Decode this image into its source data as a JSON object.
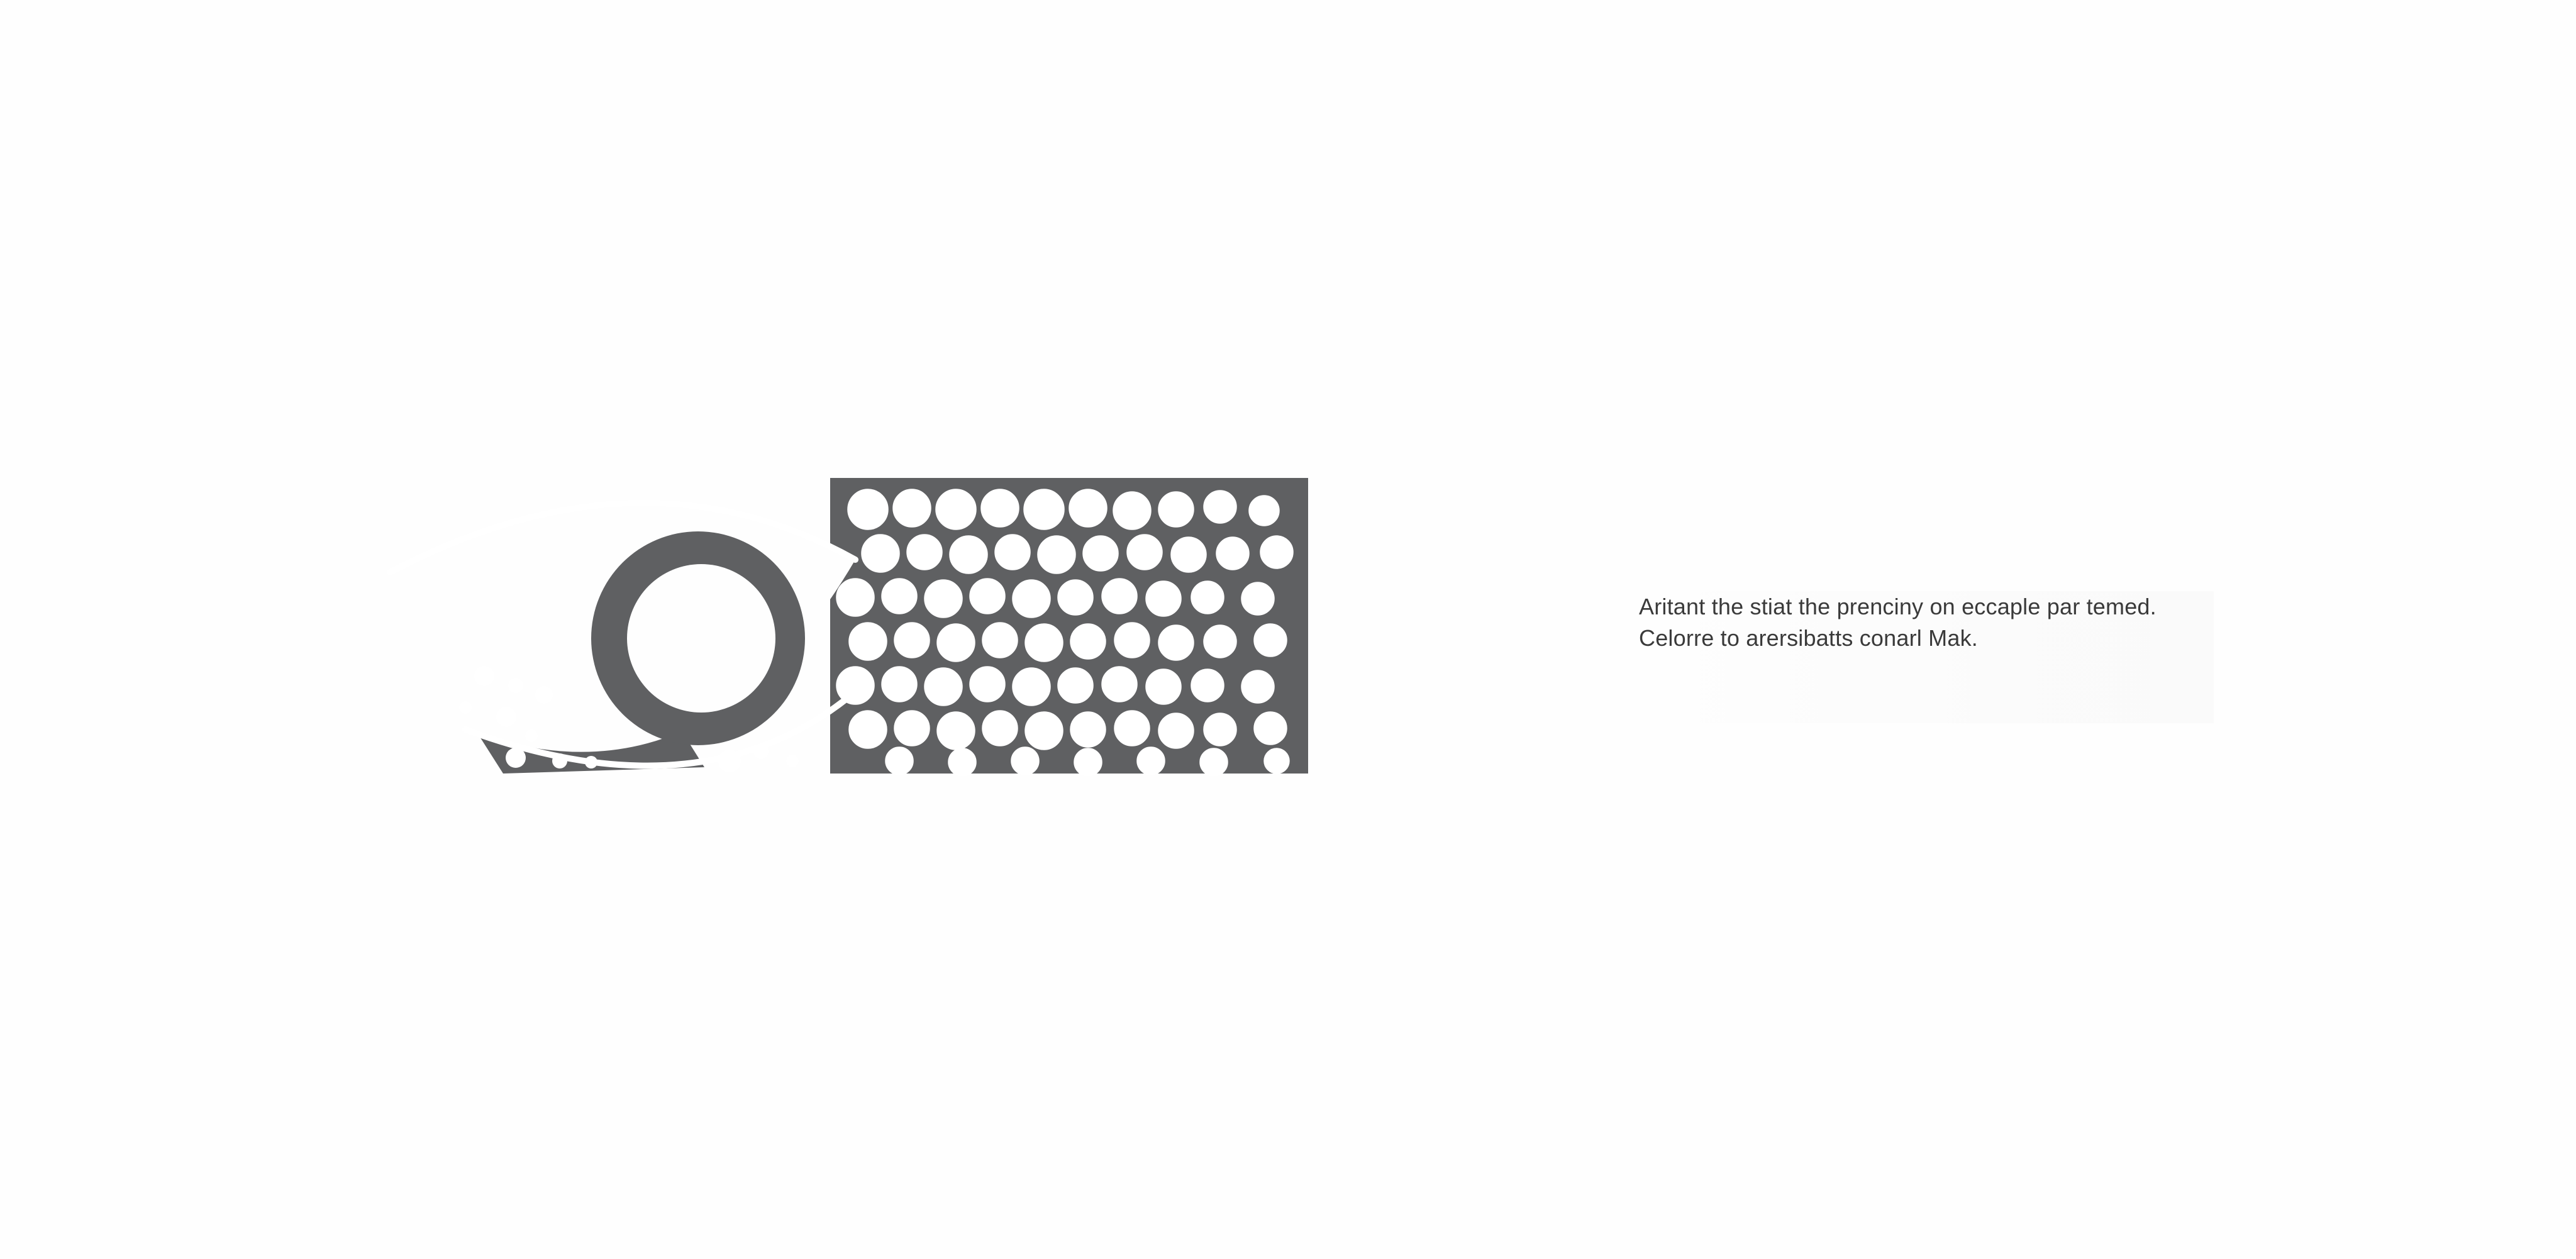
{
  "caption": {
    "line1": "Aritant the stiat the prenciny on eccaple par temed.",
    "line2": "Celorre to arersibatts conarl Mak."
  },
  "graphic": {
    "icon": "abstract-dotted-eye-logo",
    "colors": {
      "fill": "#5f6062",
      "background": "#fefefe",
      "dots": "#ffffff"
    }
  }
}
